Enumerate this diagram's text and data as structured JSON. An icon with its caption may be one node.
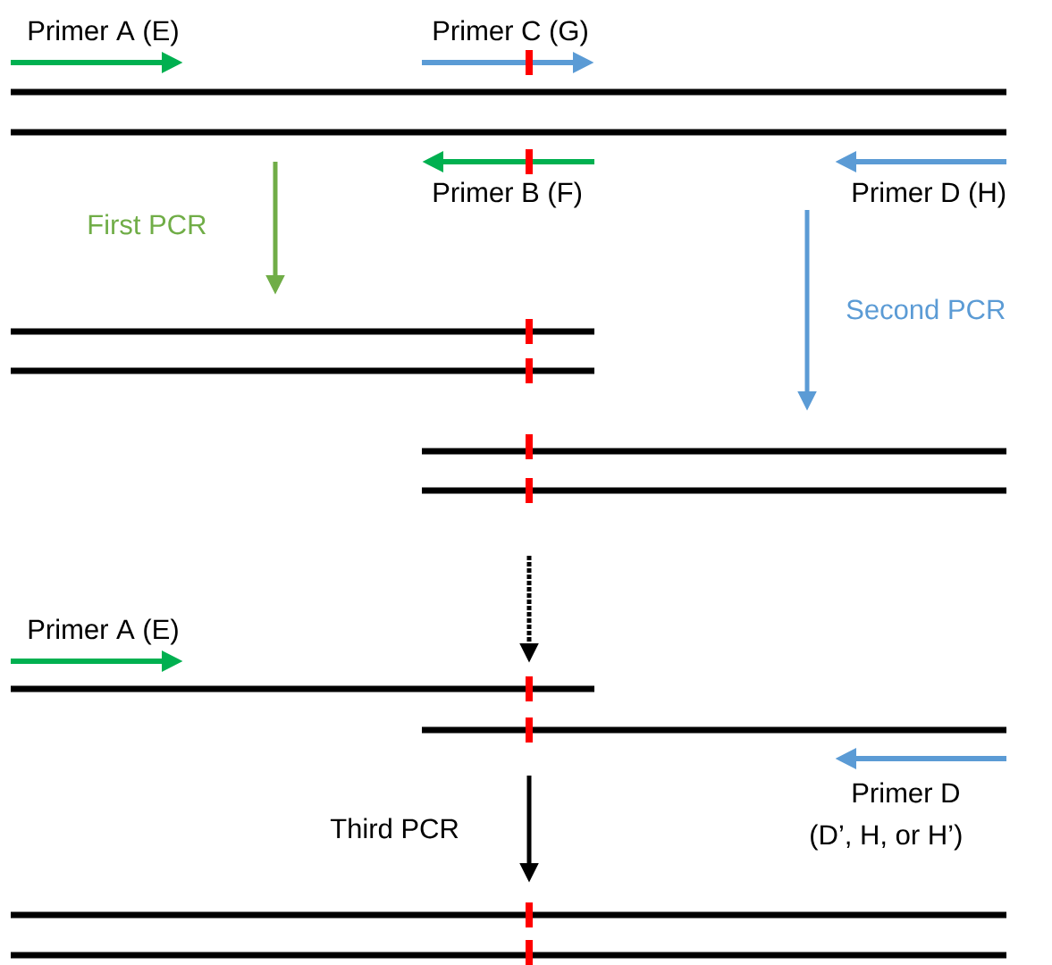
{
  "diagram": {
    "labels": [
      "Primer A (E)",
      "Primer C (G)",
      "Primer B (F)",
      "Primer D (H)",
      "First PCR",
      "Second PCR",
      "Primer A (E)",
      "Primer D",
      "Third PCR",
      "(D’, H, or H’)"
    ]
  }
}
